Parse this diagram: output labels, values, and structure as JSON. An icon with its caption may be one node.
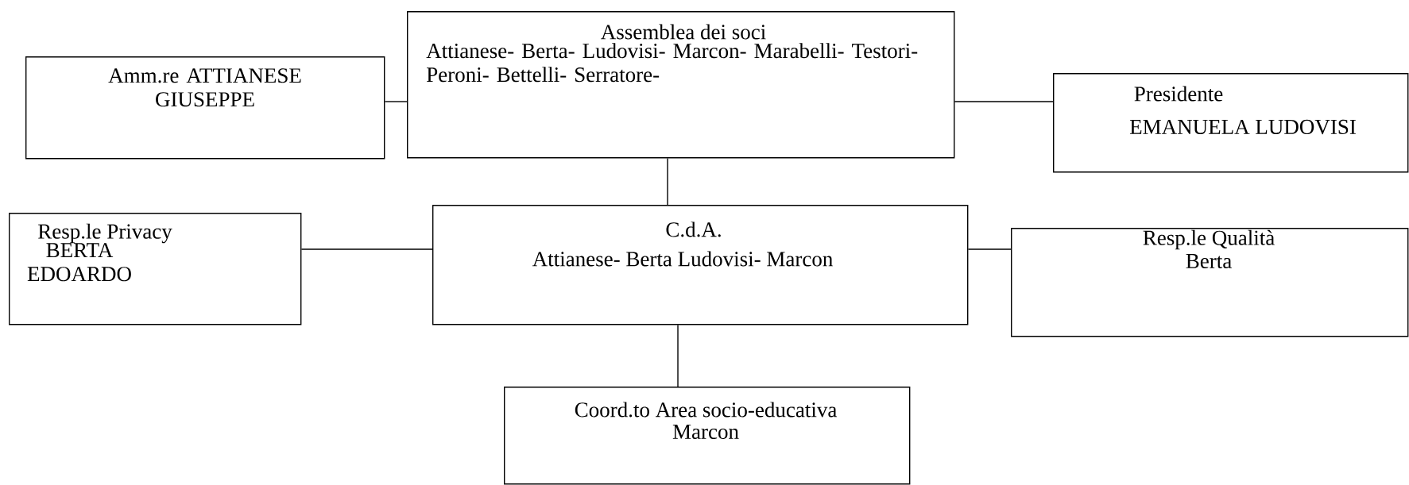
{
  "diagram": {
    "nodes": [
      {
        "text": [
          "Amm.re ATTIANESE GIUSEPPE"
        ]
      },
      {
        "text": [
          "Assemblea dei soci",
          "Attianese- Berta- Ludovisi- Marcon- Marabelli- Testori- Peroni- Bettelli- Serratore-"
        ]
      },
      {
        "text": [
          "Presidente",
          "EMANUELA LUDOVISI"
        ]
      },
      {
        "text": [
          "Resp.le Privacy",
          "BERTA EDOARDO"
        ]
      },
      {
        "text": [
          "C.d.A.",
          "Attianese- Berta Ludovisi- Marcon"
        ]
      },
      {
        "text": [
          "Resp.le Qualità",
          "Berta"
        ]
      },
      {
        "text": [
          "Coord.to Area socio-educativa",
          "Marcon"
        ]
      }
    ],
    "edges": [
      {
        "from": 0,
        "to": 1,
        "arrow": "none"
      },
      {
        "from": 1,
        "to": 2,
        "arrow": "none"
      },
      {
        "from": 1,
        "to": 4,
        "arrow": "none"
      },
      {
        "from": 3,
        "to": 4,
        "arrow": "none"
      },
      {
        "from": 4,
        "to": 5,
        "arrow": "none"
      },
      {
        "from": 4,
        "to": 6,
        "arrow": "none"
      }
    ]
  }
}
